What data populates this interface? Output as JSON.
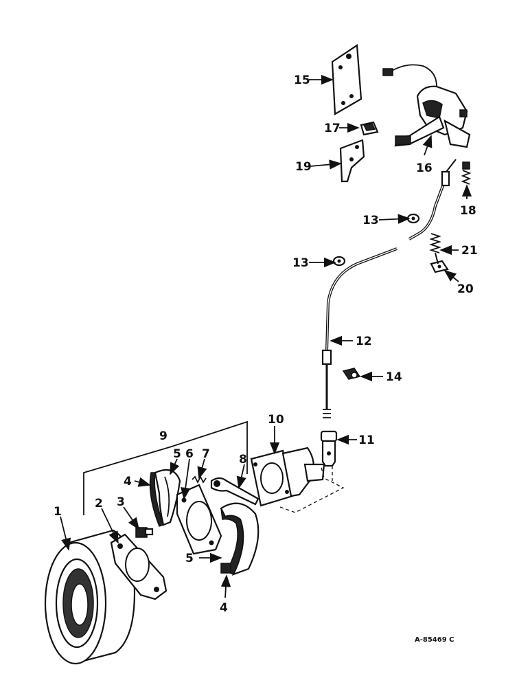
{
  "callouts": {
    "c1": "1",
    "c2": "2",
    "c3": "3",
    "c4a": "4",
    "c4b": "4",
    "c5a": "5",
    "c5b": "5",
    "c6": "6",
    "c7": "7",
    "c8": "8",
    "c9": "9",
    "c10": "10",
    "c11": "11",
    "c12": "12",
    "c13a": "13",
    "c13b": "13",
    "c14": "14",
    "c15": "15",
    "c16": "16",
    "c17": "17",
    "c18": "18",
    "c19": "19",
    "c20": "20",
    "c21": "21"
  },
  "reference_code": "A-85469 C"
}
